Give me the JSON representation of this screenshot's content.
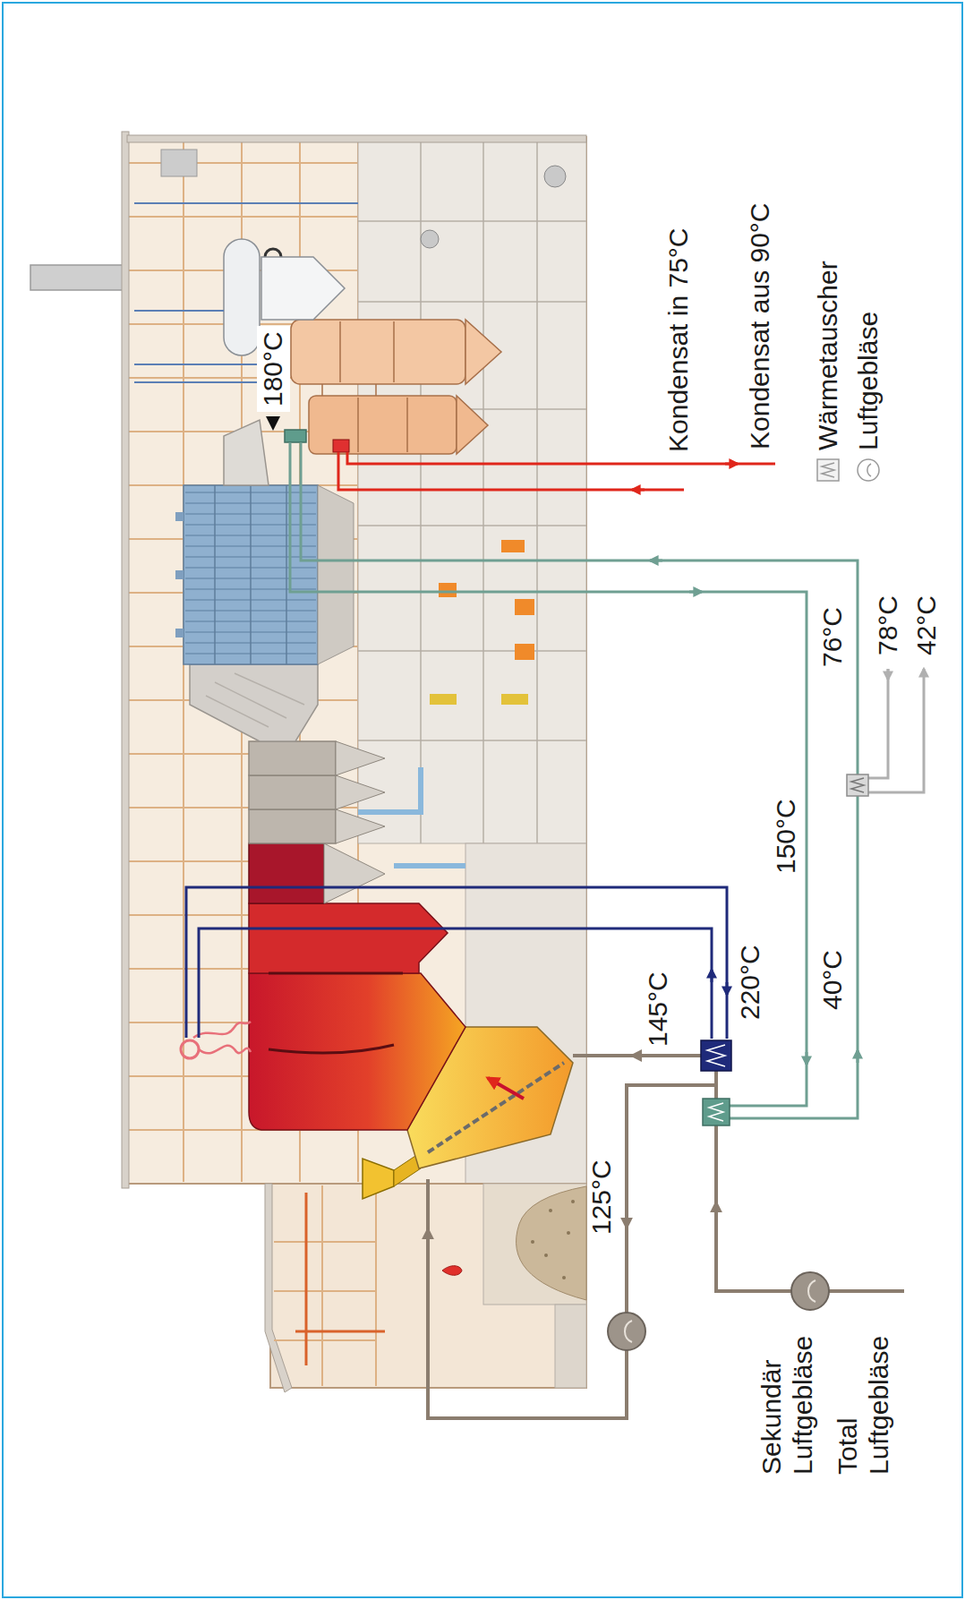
{
  "diagram": {
    "labels": [
      "180°C",
      "Kondensat in 75°C",
      "Kondensat aus 90°C",
      "220°C",
      "150°C",
      "145°C",
      "125°C",
      "40°C",
      "76°C",
      "78°C",
      "42°C",
      "Sekundär Luftgebläse",
      "Total Luftgebläse"
    ],
    "legend": [
      {
        "text": "Wärmetauscher"
      },
      {
        "text": "Luftgebläse"
      }
    ]
  }
}
